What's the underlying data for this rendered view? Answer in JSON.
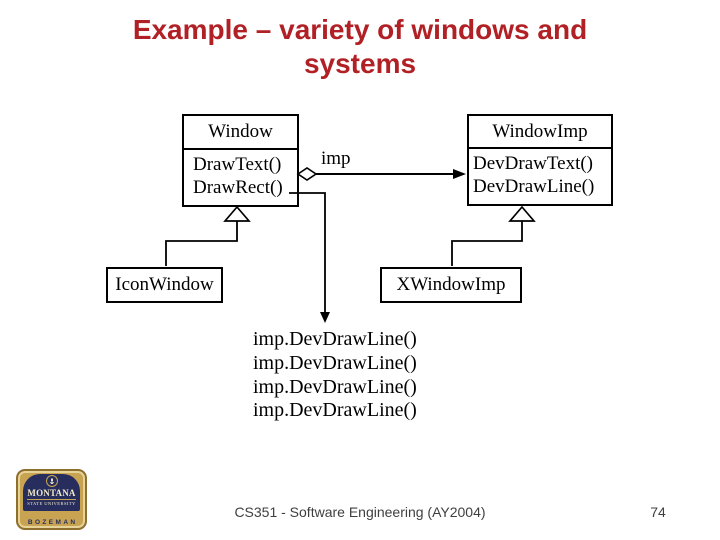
{
  "slide": {
    "title": "Example – variety of windows and systems",
    "footer": "CS351 - Software Engineering (AY2004)",
    "page_number": "74"
  },
  "diagram": {
    "classes": [
      {
        "name": "Window",
        "methods": [
          "DrawText()",
          "DrawRect()"
        ]
      },
      {
        "name": "WindowImp",
        "methods": [
          "DevDrawText()",
          "DevDrawLine()"
        ]
      },
      {
        "name": "IconWindow",
        "methods": []
      },
      {
        "name": "XWindowImp",
        "methods": []
      }
    ],
    "association_label": "imp",
    "relationships": [
      "Window aggregates WindowImp (imp)",
      "IconWindow inherits Window",
      "XWindowImp inherits WindowImp",
      "DrawRect() note arrow to pseudocode"
    ],
    "pseudocode": [
      "imp.DevDrawLine()",
      "imp.DevDrawLine()",
      "imp.DevDrawLine()",
      "imp.DevDrawLine()"
    ]
  },
  "logo": {
    "university": "MONTANA",
    "subtitle": "STATE UNIVERSITY",
    "city": "BOZEMAN"
  },
  "colors": {
    "title_red": "#b12025",
    "diagram_ink": "#000000",
    "footer_gray": "#3f3f3f",
    "logo_gold": "#c8a452",
    "logo_navy": "#272e5e"
  }
}
